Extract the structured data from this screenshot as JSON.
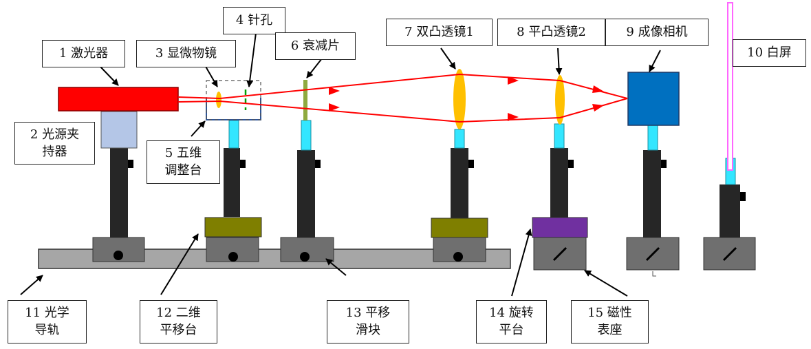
{
  "labels": {
    "laser": "1 激光器",
    "clamp_l1": "2 光源夹",
    "clamp_l2": "持器",
    "objective": "3 显微物镜",
    "pinhole": "4 针孔",
    "stage5_l1": "5 五维",
    "stage5_l2": "调整台",
    "attenuator": "6 衰减片",
    "lens1": "7 双凸透镜1",
    "lens2": "8 平凸透镜2",
    "camera": "9 成像相机",
    "screen": "10 白屏",
    "rail_l1": "11 光学",
    "rail_l2": "导轨",
    "stage12_l1": "12 二维",
    "stage12_l2": "平移台",
    "slider_l1": "13 平移",
    "slider_l2": "滑块",
    "rotary_l1": "14 旋转",
    "rotary_l2": "平台",
    "magbase_l1": "15 磁性",
    "magbase_l2": "表座"
  },
  "colors": {
    "beam": "#ff0000",
    "laser": "#ff0000",
    "lens": "#ffc000",
    "post_dark": "#262626",
    "post_cyan": "#33e6ff",
    "rail": "#a6a6a6",
    "base": "#6f6f6f",
    "translation_stage": "#7f7f00",
    "rotary_stage": "#7030a0",
    "camera": "#0070c0",
    "clamp": "#b4c6e7",
    "attenuator": "#8faa3f",
    "screen": "#ff66ff"
  }
}
